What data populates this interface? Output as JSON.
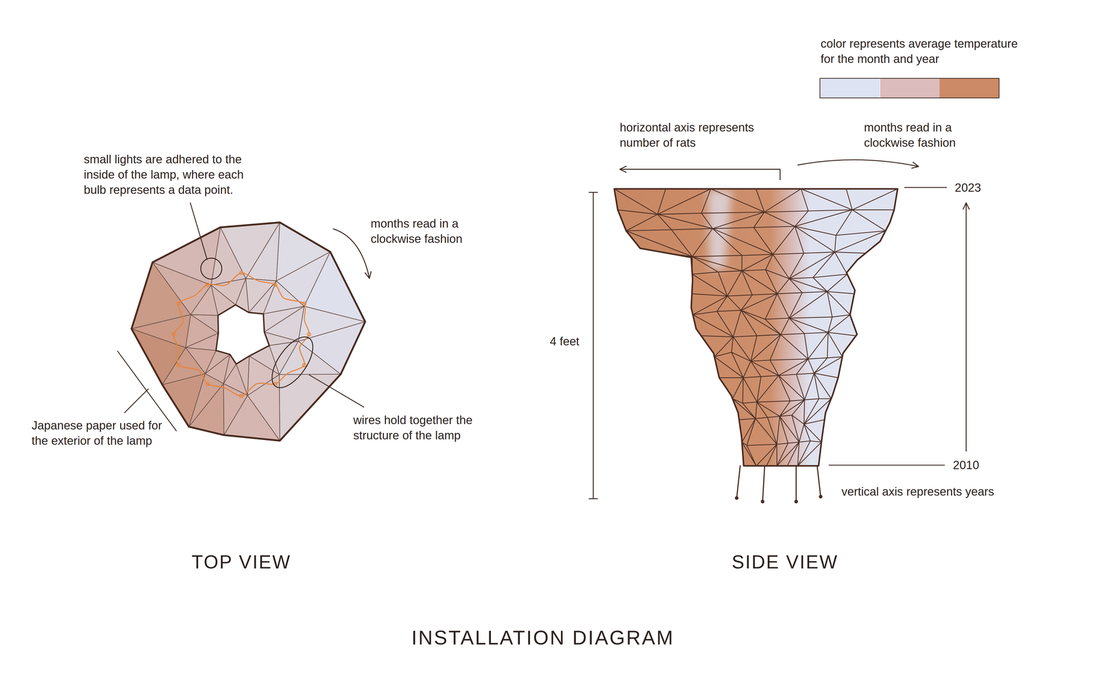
{
  "diagram": {
    "caption": "INSTALLATION DIAGRAM",
    "labels": [
      "small lights are adhered to the inside of the lamp, where each bulb represents a data point.",
      "months read in a clockwise fashion",
      "Japanese paper used for the exterior of the lamp",
      "wires hold together the structure of the lamp",
      "TOP VIEW",
      "horizontal axis represents number of rats",
      "months read in a clockwise fashion",
      "4 feet",
      "2023",
      "2010",
      "vertical axis represents years",
      "SIDE VIEW"
    ],
    "legend": [
      {
        "text": "color represents average temperature for the month and year"
      }
    ]
  }
}
